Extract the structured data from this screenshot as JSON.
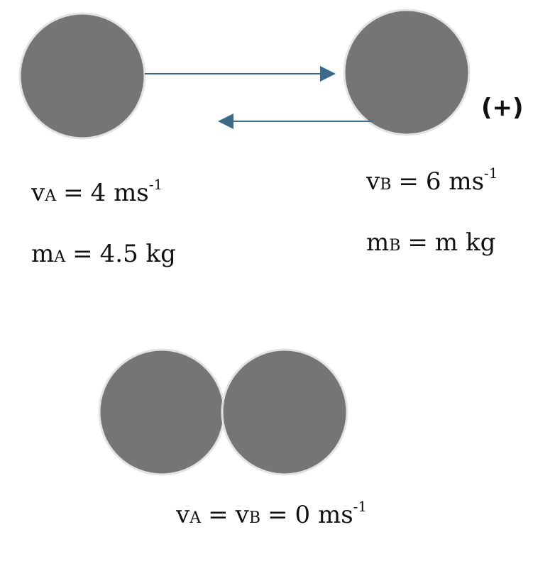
{
  "colors": {
    "ball_fill": "#757575",
    "ball_stroke": "#e3e3e3",
    "arrow": "#3b6a8a"
  },
  "direction_sign": "(+)",
  "ball_a": {
    "v_symbol": "v",
    "v_sub": "A",
    "v_value": "4",
    "v_unit": "ms",
    "v_exp": "-1",
    "m_symbol": "m",
    "m_sub": "A",
    "m_value": "4.5 kg"
  },
  "ball_b": {
    "v_symbol": "v",
    "v_sub": "B",
    "v_value": "6",
    "v_unit": "ms",
    "v_exp": "-1",
    "m_symbol": "m",
    "m_sub": "B",
    "m_value": "m kg"
  },
  "after": {
    "sym_a": "v",
    "sub_a": "A",
    "sym_b": "v",
    "sub_b": "B",
    "value": "0",
    "unit": "ms",
    "exp": "-1"
  }
}
